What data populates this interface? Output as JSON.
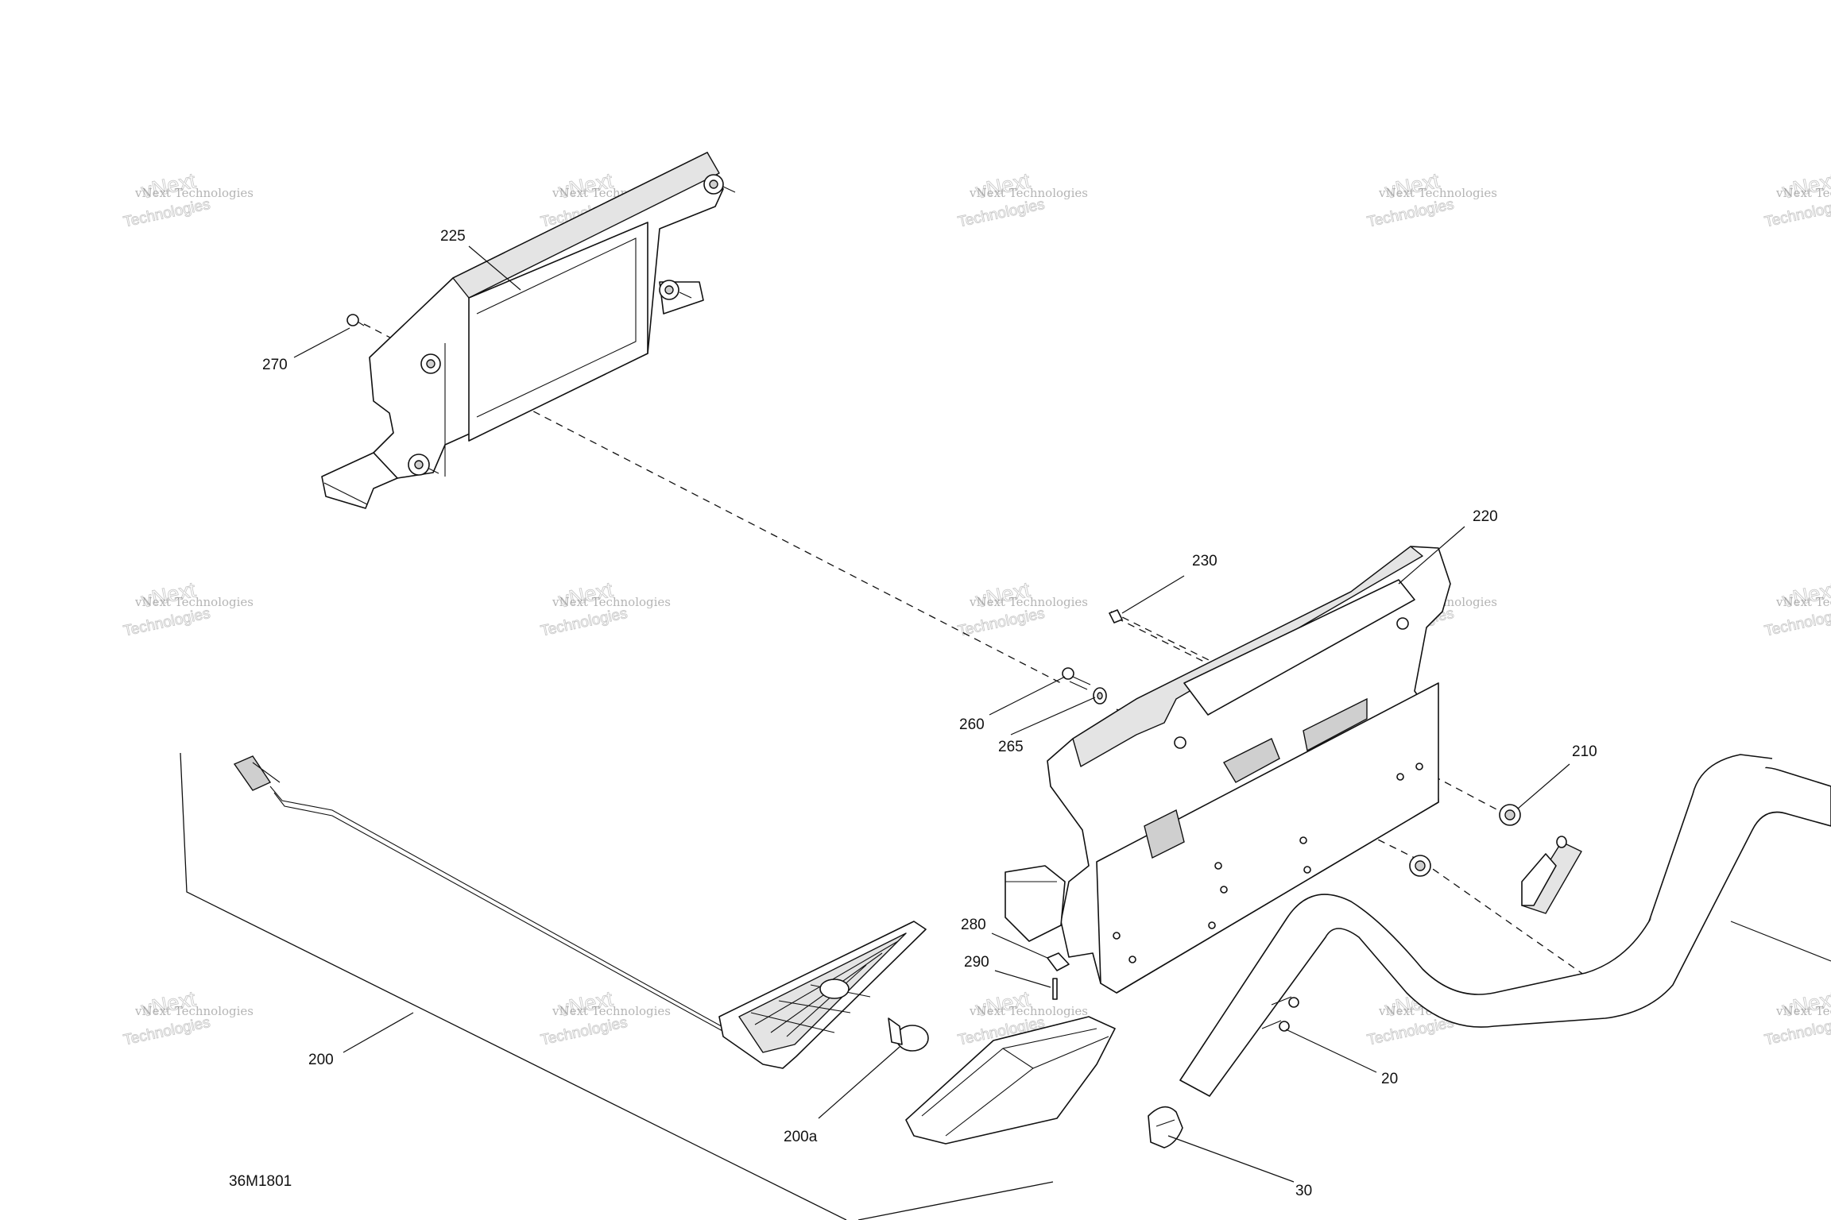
{
  "diagram": {
    "reference_code": "36M1801",
    "callouts": [
      {
        "id": "225",
        "label": "225"
      },
      {
        "id": "270",
        "label": "270"
      },
      {
        "id": "220",
        "label": "220"
      },
      {
        "id": "230",
        "label": "230"
      },
      {
        "id": "260",
        "label": "260"
      },
      {
        "id": "265",
        "label": "265"
      },
      {
        "id": "210",
        "label": "210"
      },
      {
        "id": "280",
        "label": "280"
      },
      {
        "id": "290",
        "label": "290"
      },
      {
        "id": "200",
        "label": "200"
      },
      {
        "id": "200a",
        "label": "200a"
      },
      {
        "id": "20",
        "label": "20"
      },
      {
        "id": "30",
        "label": "30"
      }
    ],
    "watermark": {
      "line1": "vNext Technologies",
      "line2": "vNext",
      "line3": "Technologies"
    }
  }
}
